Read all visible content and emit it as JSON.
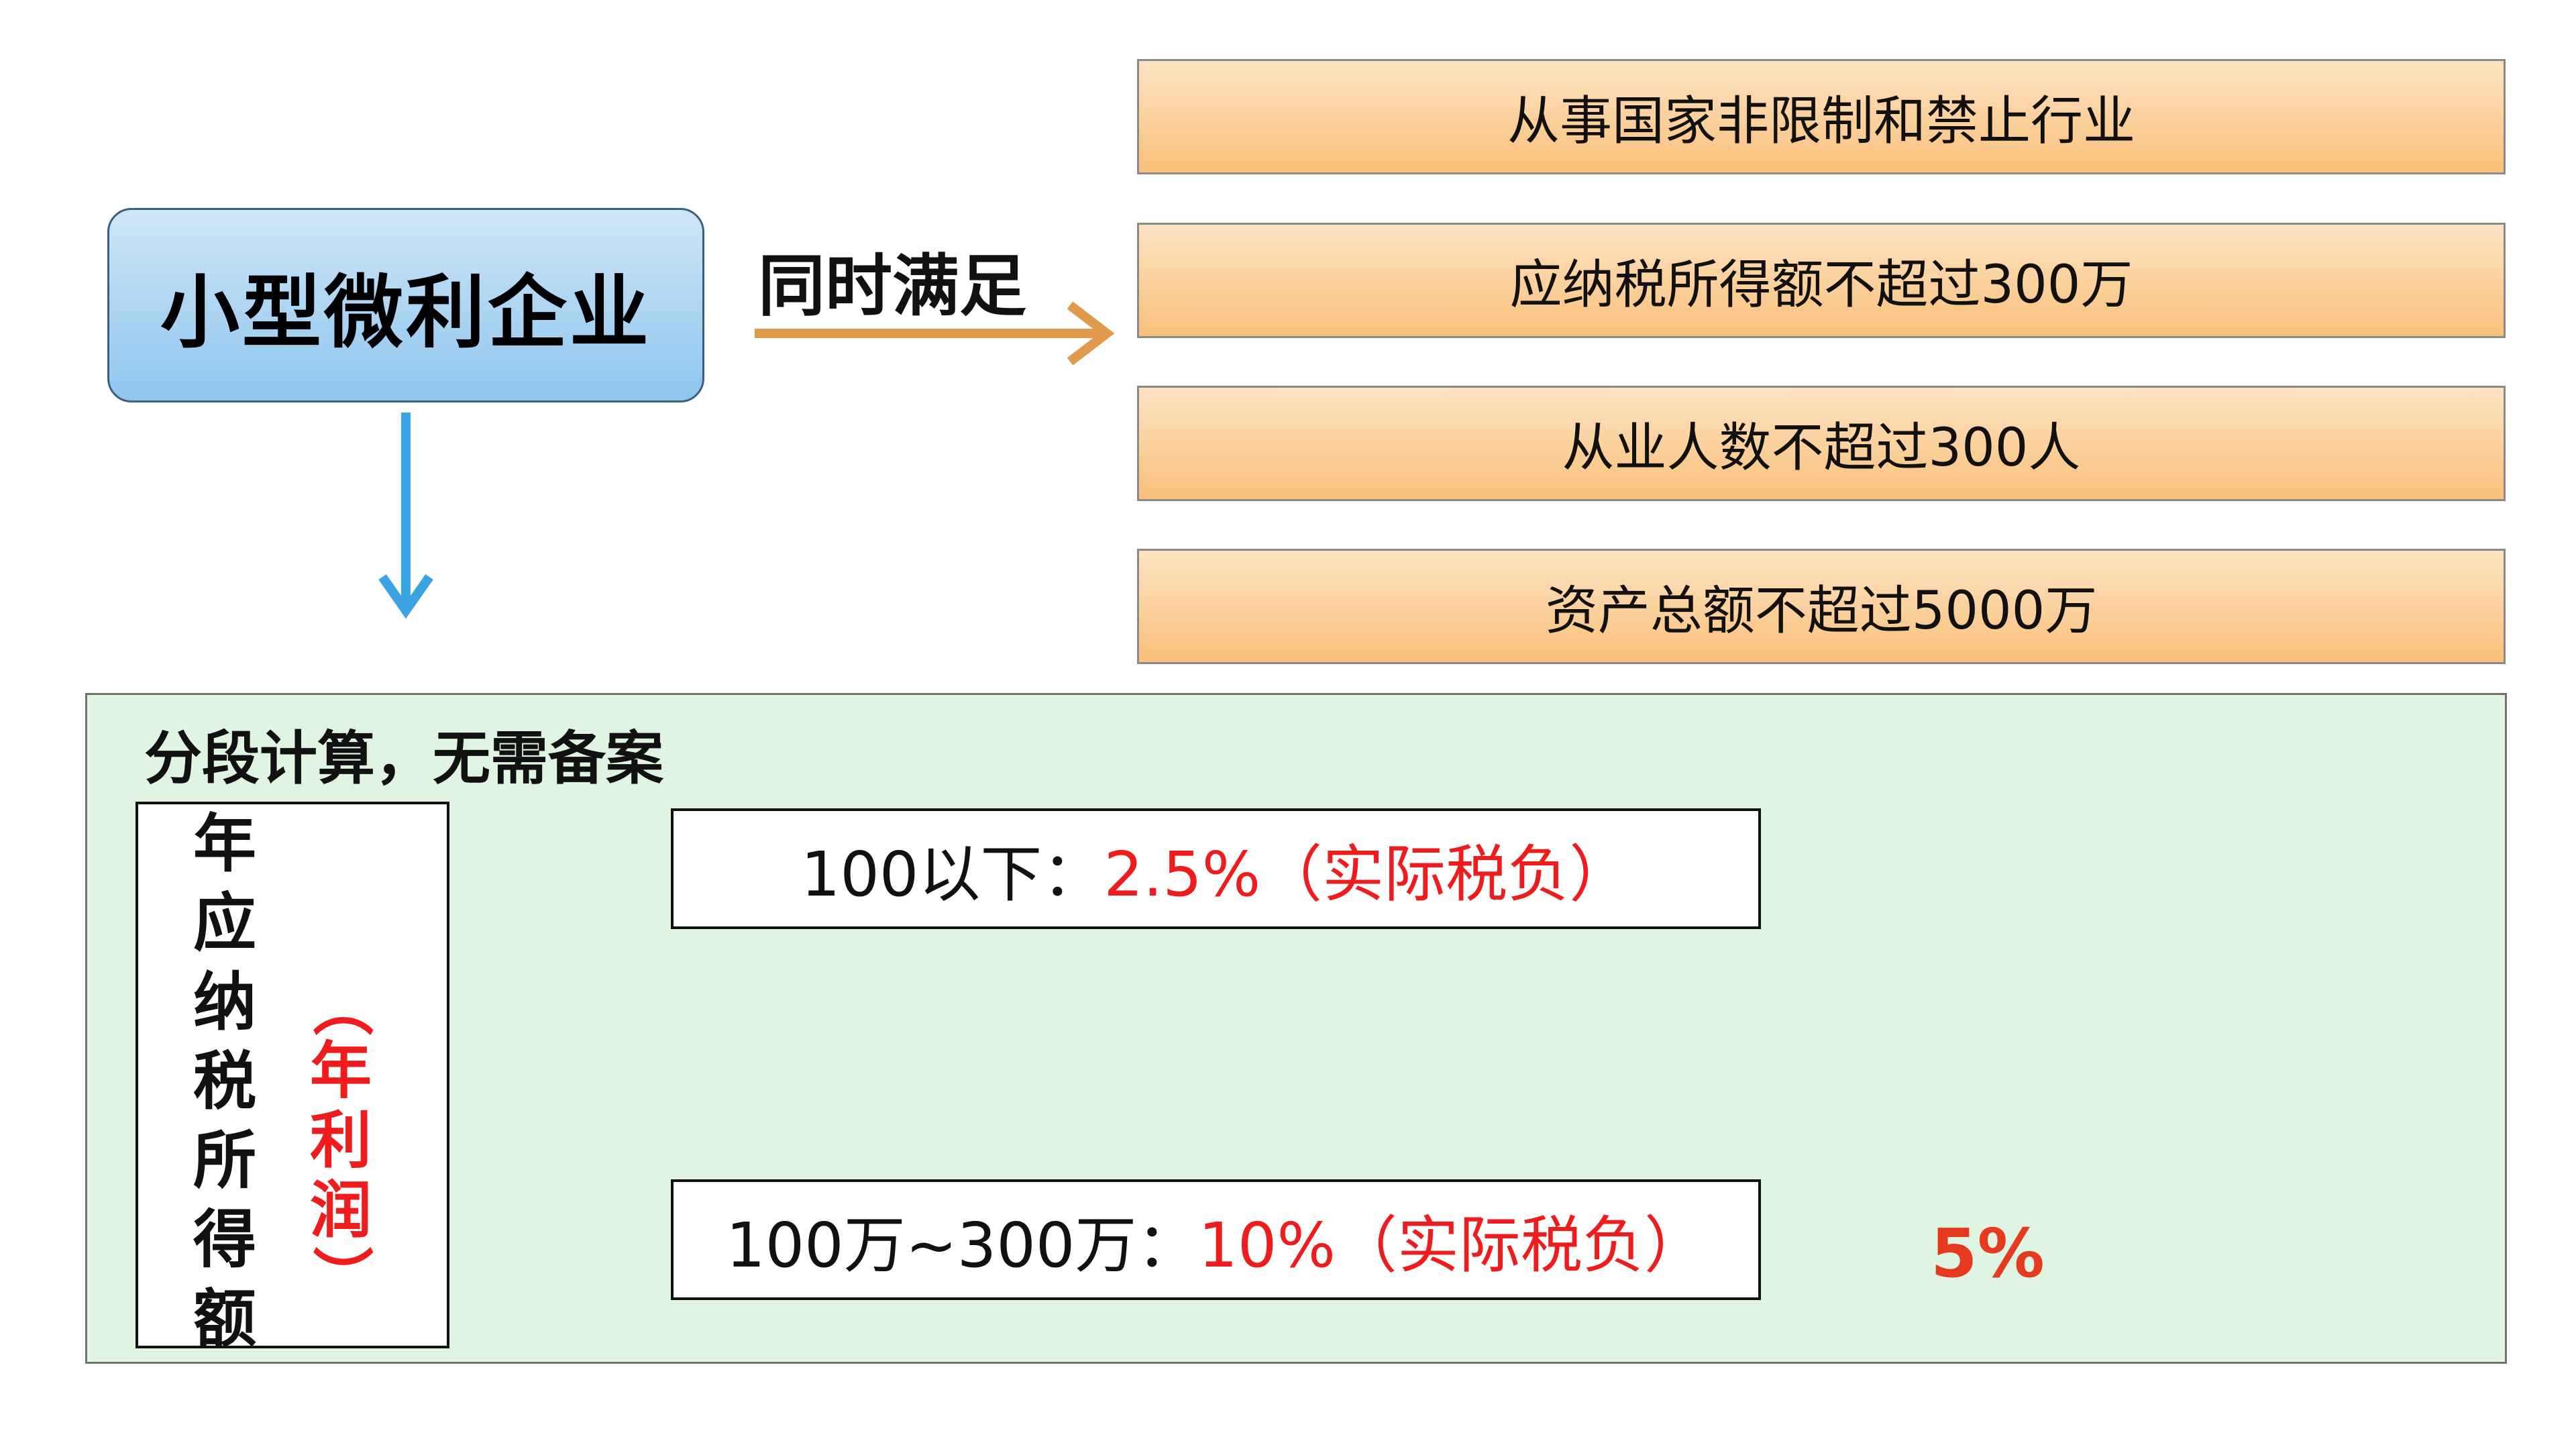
{
  "main_box": {
    "label": "小型微利企业"
  },
  "connector": {
    "label": "同时满足"
  },
  "conditions": [
    "从事国家非限制和禁止行业",
    "应纳税所得额不超过300万",
    "从业人数不超过300人",
    "资产总额不超过5000万"
  ],
  "panel": {
    "title": "分段计算，无需备案",
    "vertical_label_chars": [
      "年",
      "应",
      "纳",
      "税",
      "所",
      "得",
      "额"
    ],
    "note_open": "（",
    "note_chars": [
      "年",
      "利",
      "润"
    ],
    "note_close": "）",
    "tiers": [
      {
        "range": "100以下：",
        "rate": "2.5%（实际税负）"
      },
      {
        "range": "100万~300万：",
        "rate": "10%（实际税负）"
      }
    ],
    "reduced_rate": "5%"
  },
  "colors": {
    "blue_arrow": "#3aa3e3",
    "orange_arrow": "#e09a4d",
    "red_text": "#ee1c1c",
    "down_arrow": "#e53a1f",
    "panel_bg": "#dff5e1",
    "condition_box": "#f9c07a",
    "main_box": "#8fc5ee"
  }
}
